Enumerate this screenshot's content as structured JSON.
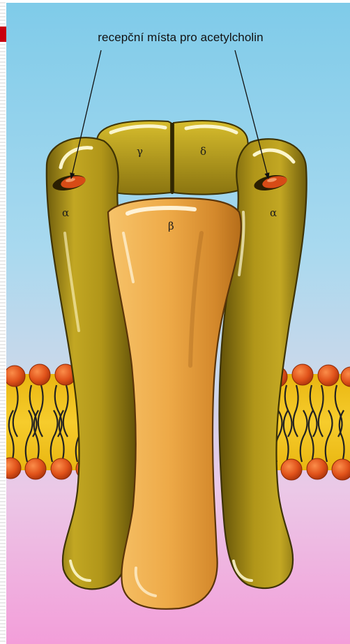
{
  "annotation": {
    "receptor_sites_label": "recepční místa pro acetylcholin"
  },
  "subunits": {
    "gamma": "γ",
    "delta": "δ",
    "alpha_left": "α",
    "beta": "β",
    "alpha_right": "α"
  },
  "colors": {
    "subunit_olive": "#b49a1c",
    "beta_orange": "#efad4b",
    "binding_site": "#d74b16",
    "lipid_head": "#e0521a",
    "membrane_core": "#f0c21a",
    "background_top": "#7fcbe9",
    "background_bottom": "#f39ed9"
  }
}
